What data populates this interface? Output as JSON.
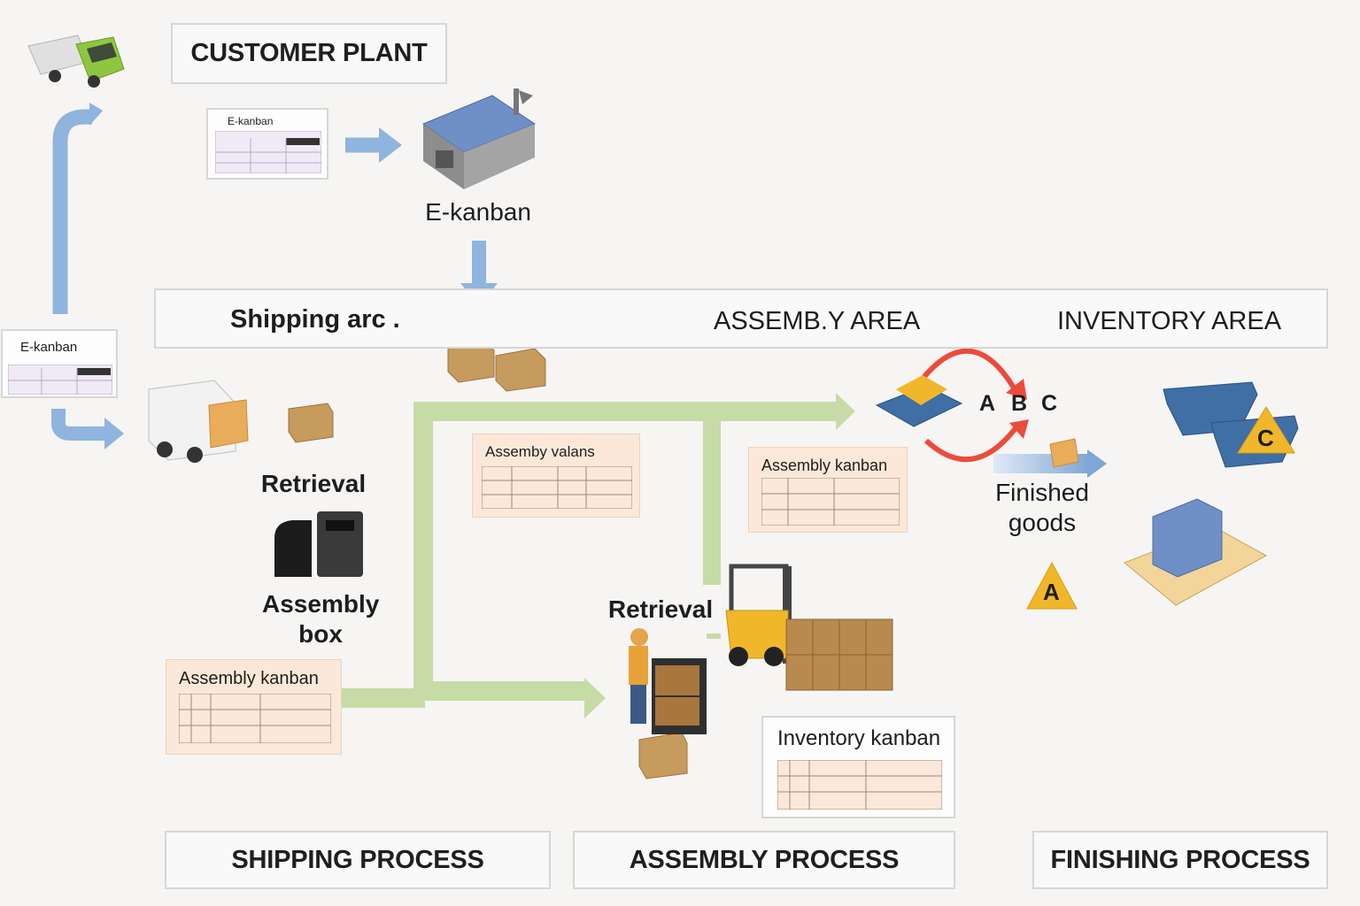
{
  "headers": {
    "customer_plant": "CUSTOMER PLANT",
    "shipping_process": "SHIPPING PROCESS",
    "assembly_process": "ASSEMBLY PROCESS",
    "finishing_process": "FINISHING PROCESS"
  },
  "areas": {
    "shipping": "Shipping arc .",
    "assembly": "ASSEMB.Y AREA",
    "inventory": "INVENTORY AREA"
  },
  "labels": {
    "ekanban_center": "E-kanban",
    "retrieval_left": "Retrieval",
    "assembly_box": "Assembly box",
    "retrieval_middle": "Retrieval",
    "finished_goods": "Finished goods",
    "abc_a": "A",
    "abc_b": "B",
    "abc_c": "C",
    "marker_a": "A",
    "marker_c": "C"
  },
  "cards": {
    "ekanban_top": "E-kanban",
    "ekanban_left": "E-kanban",
    "assembly_valans": "Assemby valans",
    "assembly_kanban_mid": "Assembly kanban",
    "assembly_kanban_bottom": "Assembly kanban",
    "inventory_kanban": "Inventory kanban"
  },
  "colors": {
    "blue_arrow": "#8fb4dd",
    "green_arrow": "#c6dba6",
    "red_cycle": "#ec4b3c",
    "box_brown": "#c79a5d",
    "warning_yellow": "#f1b72a",
    "truck_green": "#8fc63f",
    "building_blue": "#6f8fc7",
    "bin_blue": "#3f6fa5"
  }
}
